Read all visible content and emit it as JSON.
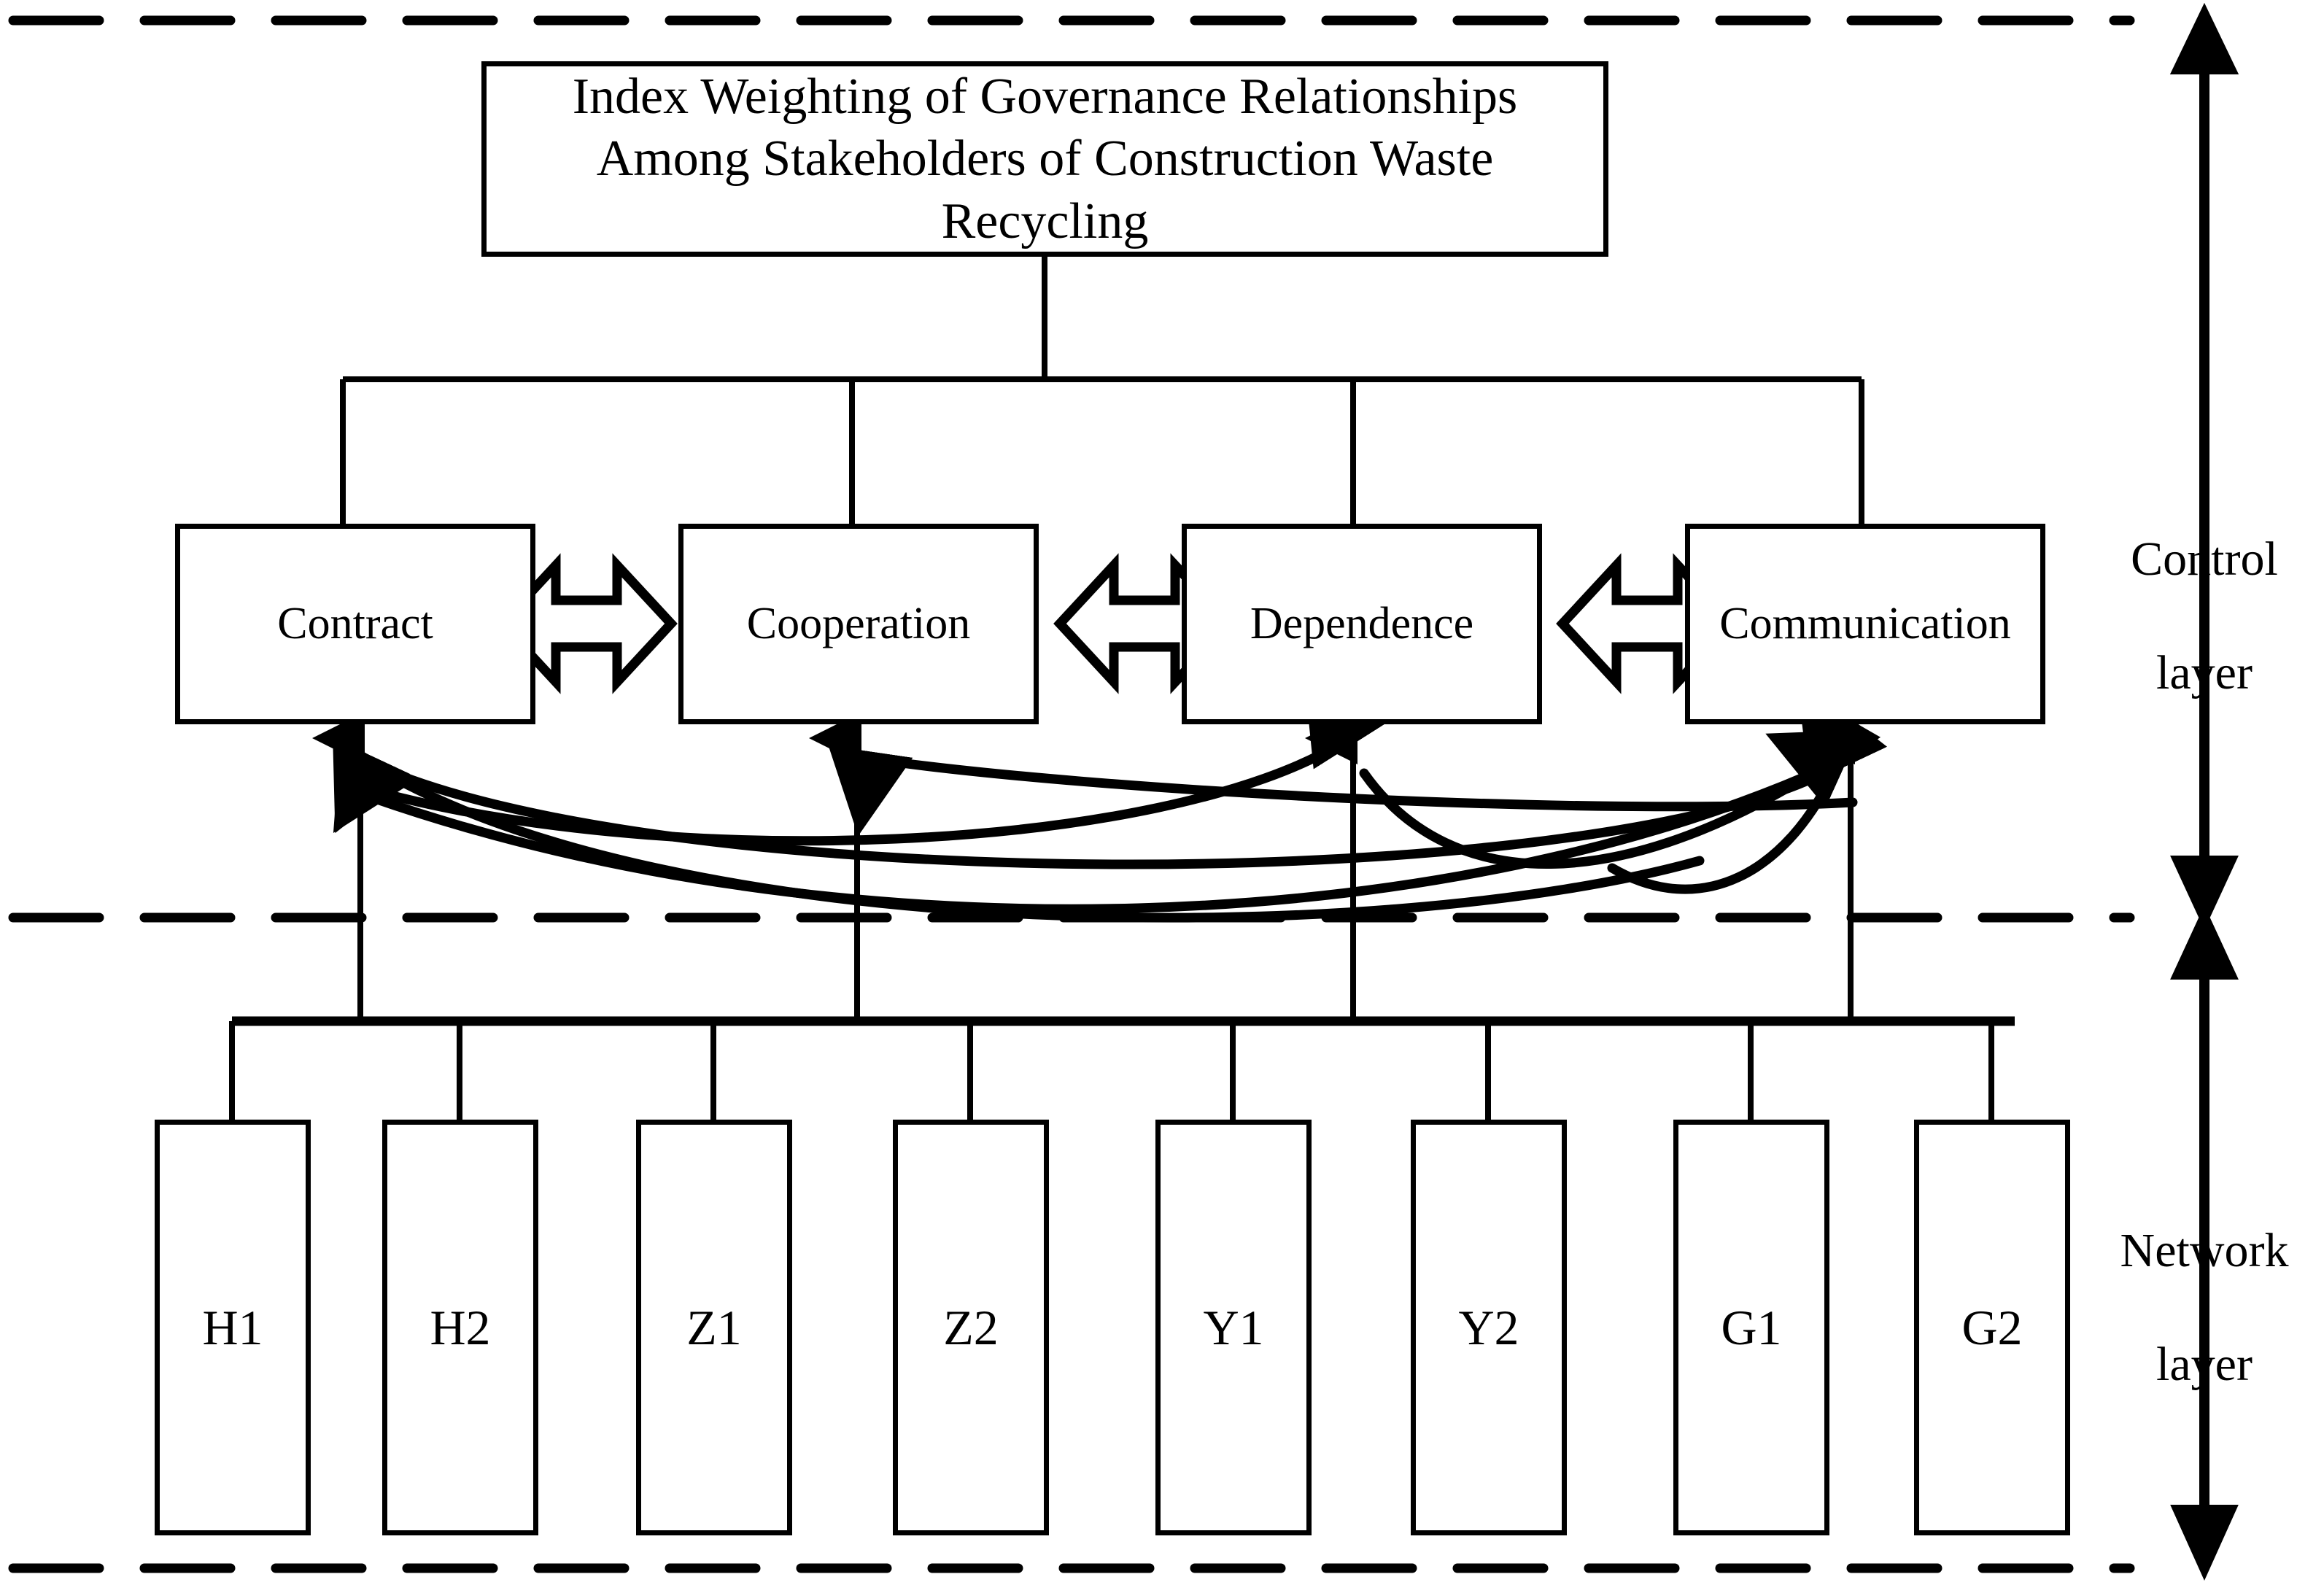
{
  "figure": {
    "type": "anp-network-hierarchy-diagram",
    "background_color": "#ffffff",
    "line_color": "#000000"
  },
  "goal": {
    "label": "Index Weighting of Governance Relationships Among Stakeholders of Construction Waste Recycling",
    "line1": "Index Weighting of Governance Relationships",
    "line2": "Among Stakeholders of Construction Waste",
    "line3": "Recycling"
  },
  "control_layer": {
    "name": "Control layer",
    "label_line1": "Control",
    "label_line2": "layer",
    "criteria": [
      {
        "id": "contract",
        "label": "Contract"
      },
      {
        "id": "cooperation",
        "label": "Cooperation"
      },
      {
        "id": "dependence",
        "label": "Dependence"
      },
      {
        "id": "communication",
        "label": "Communication"
      }
    ],
    "interdependence_arrows": [
      {
        "from": "Contract",
        "to": "Cooperation",
        "style": "double-headed"
      },
      {
        "from": "Cooperation",
        "to": "Dependence",
        "style": "double-headed"
      },
      {
        "from": "Dependence",
        "to": "Communication",
        "style": "double-headed"
      }
    ]
  },
  "network_layer": {
    "name": "Network layer",
    "label_line1": "Network",
    "label_line2": "layer",
    "elements": [
      {
        "id": "h1",
        "label": "H1"
      },
      {
        "id": "h2",
        "label": "H2"
      },
      {
        "id": "z1",
        "label": "Z1"
      },
      {
        "id": "z2",
        "label": "Z2"
      },
      {
        "id": "y1",
        "label": "Y1"
      },
      {
        "id": "y2",
        "label": "Y2"
      },
      {
        "id": "g1",
        "label": "G1"
      },
      {
        "id": "g2",
        "label": "G2"
      }
    ]
  },
  "feedback_arcs": [
    {
      "target": "Contract",
      "style": "curved-arrow-up"
    },
    {
      "target": "Contract",
      "style": "curved-arrow-up"
    },
    {
      "target": "Cooperation",
      "style": "curved-arrow-up"
    },
    {
      "target": "Dependence",
      "style": "curved-arrow-up"
    },
    {
      "target": "Communication",
      "style": "curved-arrow-up"
    },
    {
      "target": "Communication",
      "style": "curved-arrow-up"
    },
    {
      "target": "Communication",
      "style": "curved-arrow-up"
    }
  ],
  "boundaries": {
    "top_dashed_line": true,
    "middle_dashed_line": true,
    "bottom_dashed_line": true
  },
  "scale_axis": {
    "control_span": "Control layer",
    "network_span": "Network layer"
  }
}
